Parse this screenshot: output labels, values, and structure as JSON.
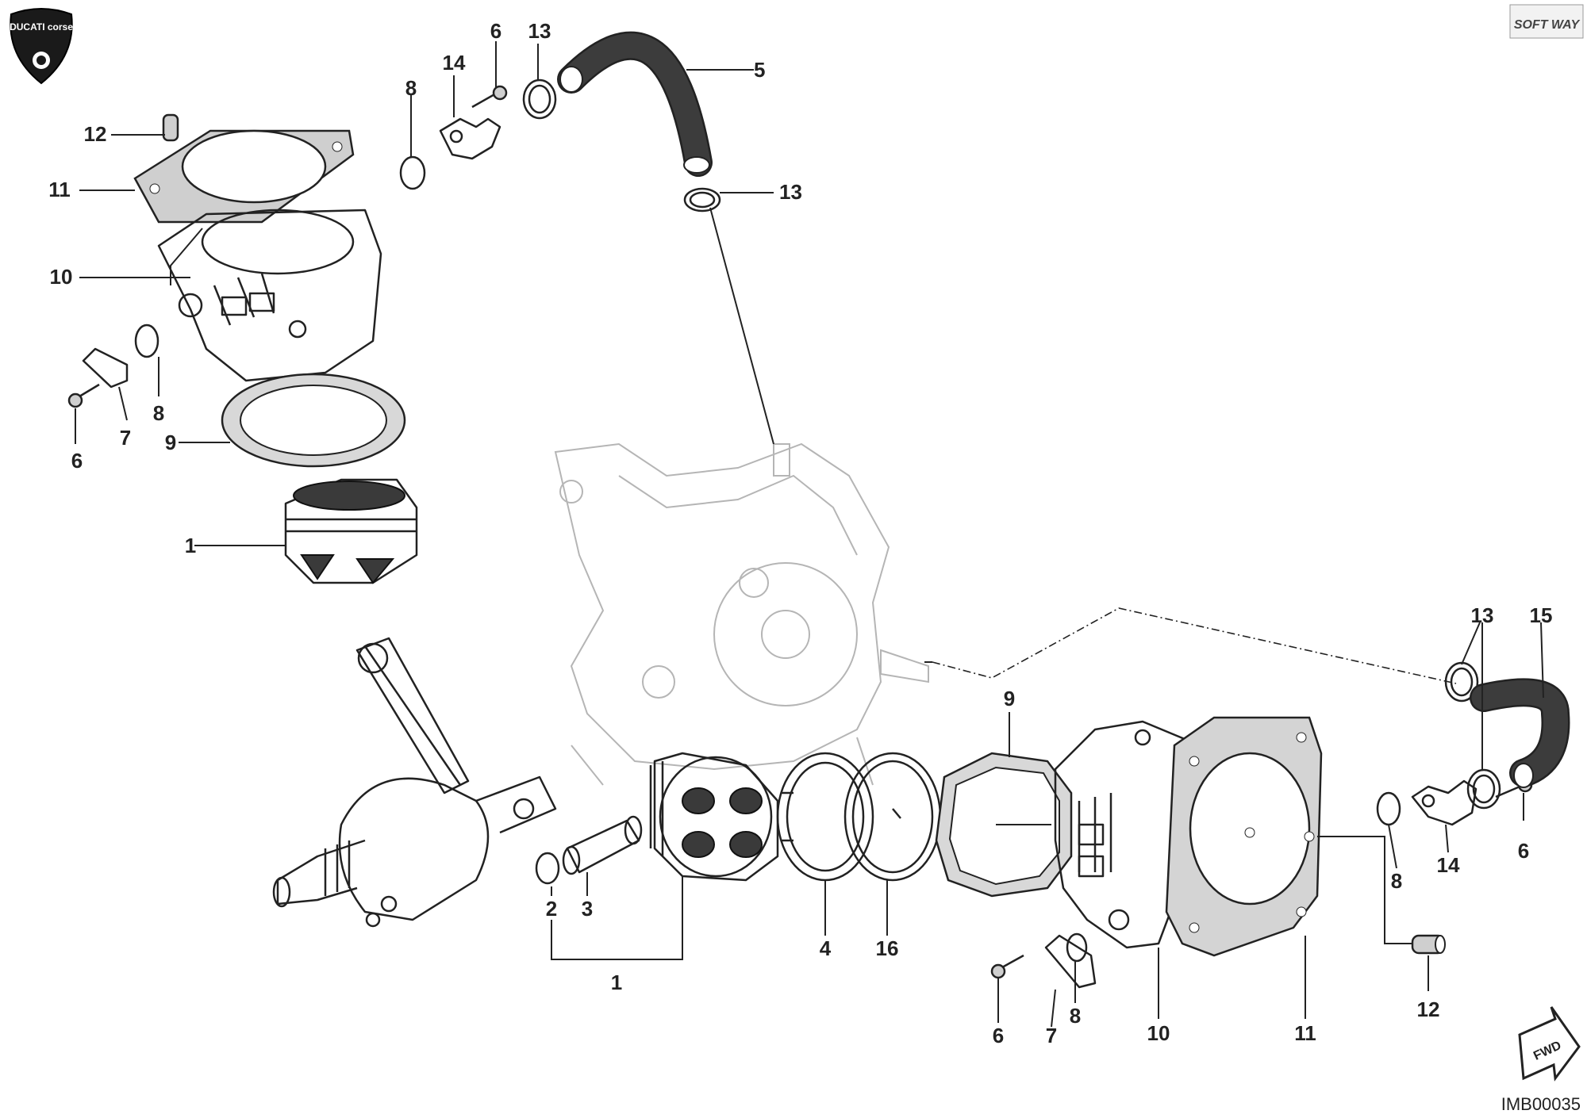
{
  "brand": {
    "ducati_logo": "DUCATI corse",
    "softway_logo": "SOFT WAY"
  },
  "fwd_label": "FWD",
  "image_code": "IMB00035",
  "callouts": {
    "top": {
      "c12": "12",
      "c11": "11",
      "c10": "10",
      "c8a": "8",
      "c14": "14",
      "c6a": "6",
      "c13a": "13",
      "c5": "5",
      "c13b": "13",
      "c8b": "8",
      "c7": "7",
      "c6b": "6",
      "c9": "9",
      "c1": "1"
    },
    "bottom": {
      "c2": "2",
      "c3": "3",
      "c1": "1",
      "c4": "4",
      "c16": "16",
      "c9": "9",
      "c13": "13",
      "c15": "15",
      "c8a": "8",
      "c14": "14",
      "c6a": "6",
      "c6b": "6",
      "c7": "7",
      "c8b": "8",
      "c10": "10",
      "c11": "11",
      "c12": "12"
    }
  }
}
